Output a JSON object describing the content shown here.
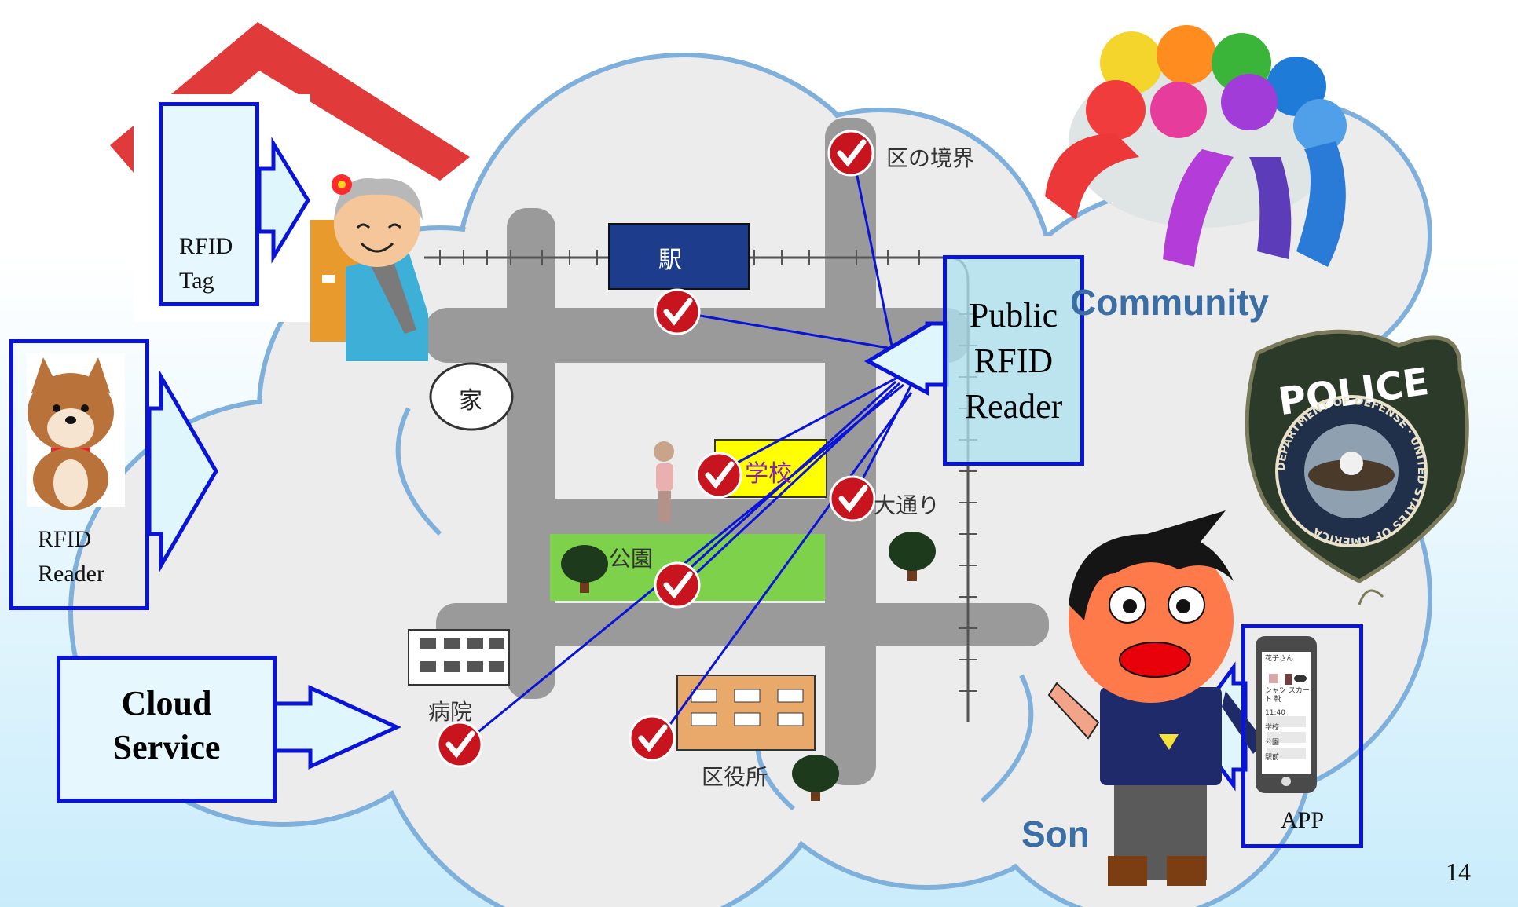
{
  "labels": {
    "rfid_tag": [
      "RFID",
      "Tag"
    ],
    "rfid_reader": [
      "RFID",
      "Reader"
    ],
    "cloud_service": [
      "Cloud",
      "Service"
    ],
    "public_reader": [
      "Public",
      "RFID",
      "Reader"
    ],
    "community": "Community",
    "son": "Son",
    "app": "APP",
    "page_number": "14"
  },
  "map_labels": {
    "station": "駅",
    "home": "家",
    "school": "学校",
    "park": "公園",
    "hospital": "病院",
    "ward_office": "区役所",
    "boundary": "区の境界",
    "main_street": "大通り"
  },
  "police_badge": {
    "title": "POLICE",
    "ring_text": "DEPARTMENT OF DEFENSE · UNITED STATES OF AMERICA"
  },
  "phone_screen": {
    "lines": [
      "花子さん",
      "シャツ",
      "スカート",
      "靴",
      "11:40",
      "学校",
      "公園",
      "駅前"
    ]
  },
  "colors": {
    "arrow_blue": "#0a14d8",
    "label_blue": "#3a6ea5",
    "check_red": "#c8141e",
    "road_gray": "#9a9a9a",
    "cloud_fill": "#ececec",
    "station_blue": "#1e3c8c",
    "school_yellow": "#ffff00",
    "park_green": "#7ed14a",
    "roof_red": "#e03a3a"
  }
}
